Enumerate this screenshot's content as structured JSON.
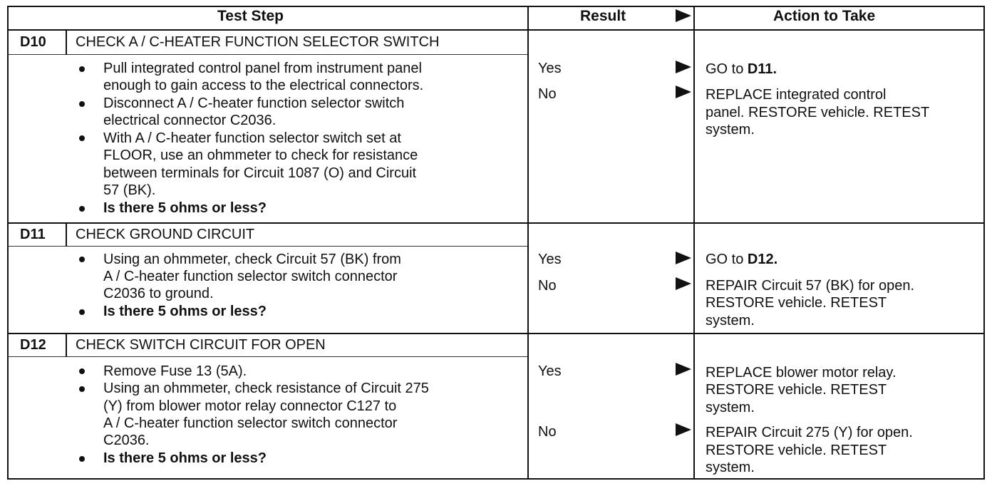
{
  "headers": {
    "test_step": "Test Step",
    "result": "Result",
    "action": "Action to Take"
  },
  "sections": [
    {
      "id": "D10",
      "title": "CHECK A / C-HEATER FUNCTION SELECTOR SWITCH",
      "lines": [
        "Pull integrated control panel from instrument panel",
        "enough to gain access to the electrical connectors.",
        "Disconnect A / C-heater function selector switch",
        "electrical connector C2036.",
        "With A / C-heater function selector switch set at",
        "FLOOR, use an ohmmeter to check for resistance",
        "between terminals for Circuit 1087 (O) and Circuit",
        "57 (BK).",
        "Is there 5 ohms or less?"
      ],
      "results": [
        "Yes",
        "No"
      ],
      "actions": [
        {
          "text": "GO to ",
          "ref": "D11",
          "end": "."
        },
        {
          "lines": [
            "REPLACE integrated control",
            "panel. RESTORE vehicle. RETEST",
            "system."
          ]
        }
      ]
    },
    {
      "id": "D11",
      "title": "CHECK GROUND CIRCUIT",
      "lines": [
        "Using an ohmmeter, check Circuit 57 (BK) from",
        "A / C-heater function selector switch connector",
        "C2036 to ground.",
        "Is there 5 ohms or less?"
      ],
      "results": [
        "Yes",
        "No"
      ],
      "actions": [
        {
          "text": "GO to ",
          "ref": "D12",
          "end": "."
        },
        {
          "lines": [
            "REPAIR Circuit 57 (BK) for open.",
            "RESTORE vehicle. RETEST",
            "system."
          ]
        }
      ]
    },
    {
      "id": "D12",
      "title": "CHECK SWITCH CIRCUIT FOR OPEN",
      "lines": [
        "Remove Fuse 13 (5A).",
        "Using an ohmmeter, check resistance of Circuit 275",
        "(Y) from blower motor relay connector C127 to",
        "A / C-heater function selector switch connector",
        "C2036.",
        "Is there 5 ohms or less?"
      ],
      "results": [
        "Yes",
        "No"
      ],
      "actions": [
        {
          "lines": [
            "REPLACE blower motor relay.",
            "RESTORE vehicle. RETEST",
            "system."
          ]
        },
        {
          "lines": [
            "REPAIR Circuit 275 (Y) for open.",
            "RESTORE vehicle. RETEST",
            "system."
          ]
        }
      ]
    }
  ]
}
